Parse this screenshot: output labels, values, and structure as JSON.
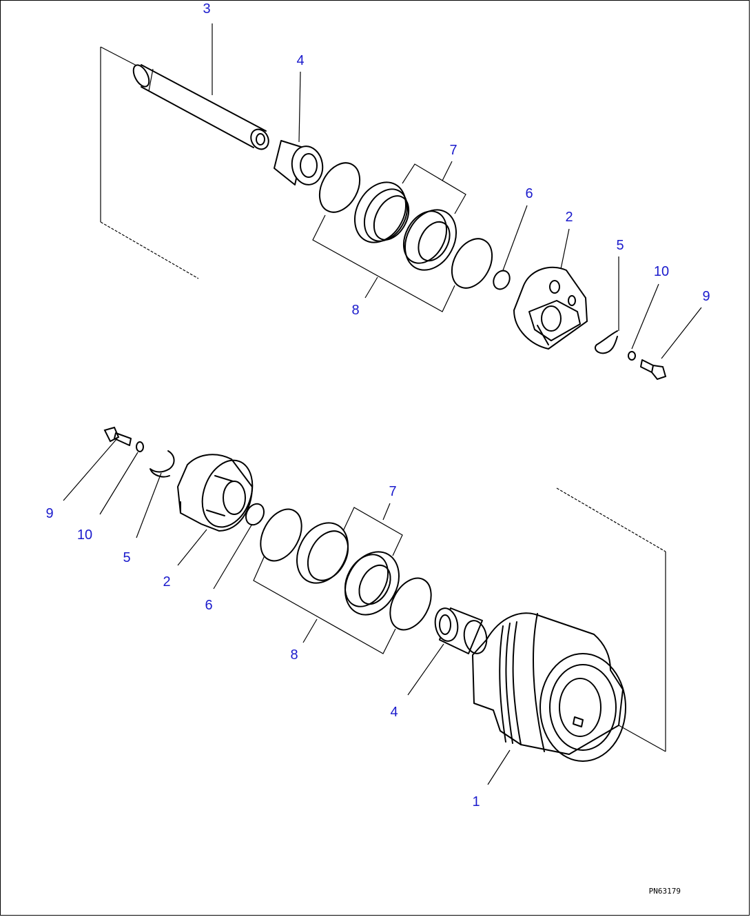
{
  "colors": {
    "callout": "#1a1acc",
    "line": "#000000",
    "background": "#ffffff"
  },
  "callouts": {
    "upper": {
      "c3": "3",
      "c4": "4",
      "c7": "7",
      "c6": "6",
      "c2": "2",
      "c5": "5",
      "c10": "10",
      "c9": "9",
      "c8": "8"
    },
    "lower": {
      "c9": "9",
      "c10": "10",
      "c5": "5",
      "c2": "2",
      "c6": "6",
      "c7": "7",
      "c8": "8",
      "c4": "4",
      "c1": "1"
    }
  },
  "drawing_code": "PN63179"
}
